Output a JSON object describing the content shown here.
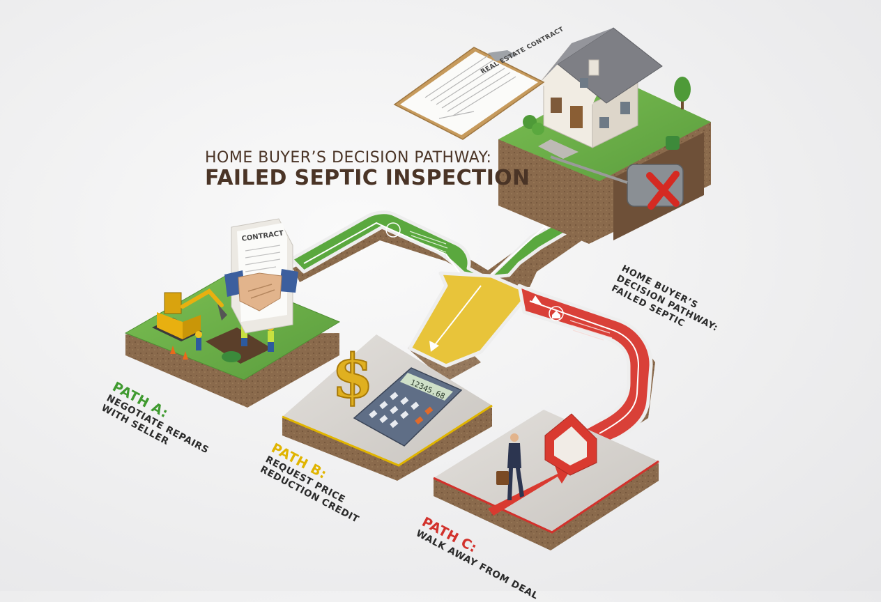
{
  "title": {
    "line1": "HOME BUYER’S DECISION PATHWAY:",
    "line2": "FAILED SEPTIC INSPECTION"
  },
  "side_note": {
    "line1": "HOME BUYER’S",
    "line2": "DECISION PATHWAY:",
    "line3": "FAILED SEPTIC"
  },
  "clipboard": {
    "heading": "REAL ESTATE CONTRACT"
  },
  "handshake_card": {
    "label": "CONTRACT"
  },
  "calculator": {
    "display": "12345.68"
  },
  "paths": {
    "a": {
      "label": "PATH A:",
      "line1": "NEGOTIATE REPAIRS",
      "line2": "WITH SELLER",
      "color": "#3f9a2f"
    },
    "b": {
      "label": "PATH B:",
      "line1": "REQUEST PRICE",
      "line2": "REDUCTION CREDIT",
      "color": "#e0b400"
    },
    "c": {
      "label": "PATH C:",
      "line1": "WALK AWAY FROM DEAL",
      "color": "#d2312b"
    }
  },
  "colors": {
    "green_road": "#5aa83e",
    "yellow_road": "#e8c43a",
    "red_road": "#d94038",
    "soil": "#8a6a4c",
    "concrete": "#d9d6d2",
    "grass": "#6db24a"
  }
}
